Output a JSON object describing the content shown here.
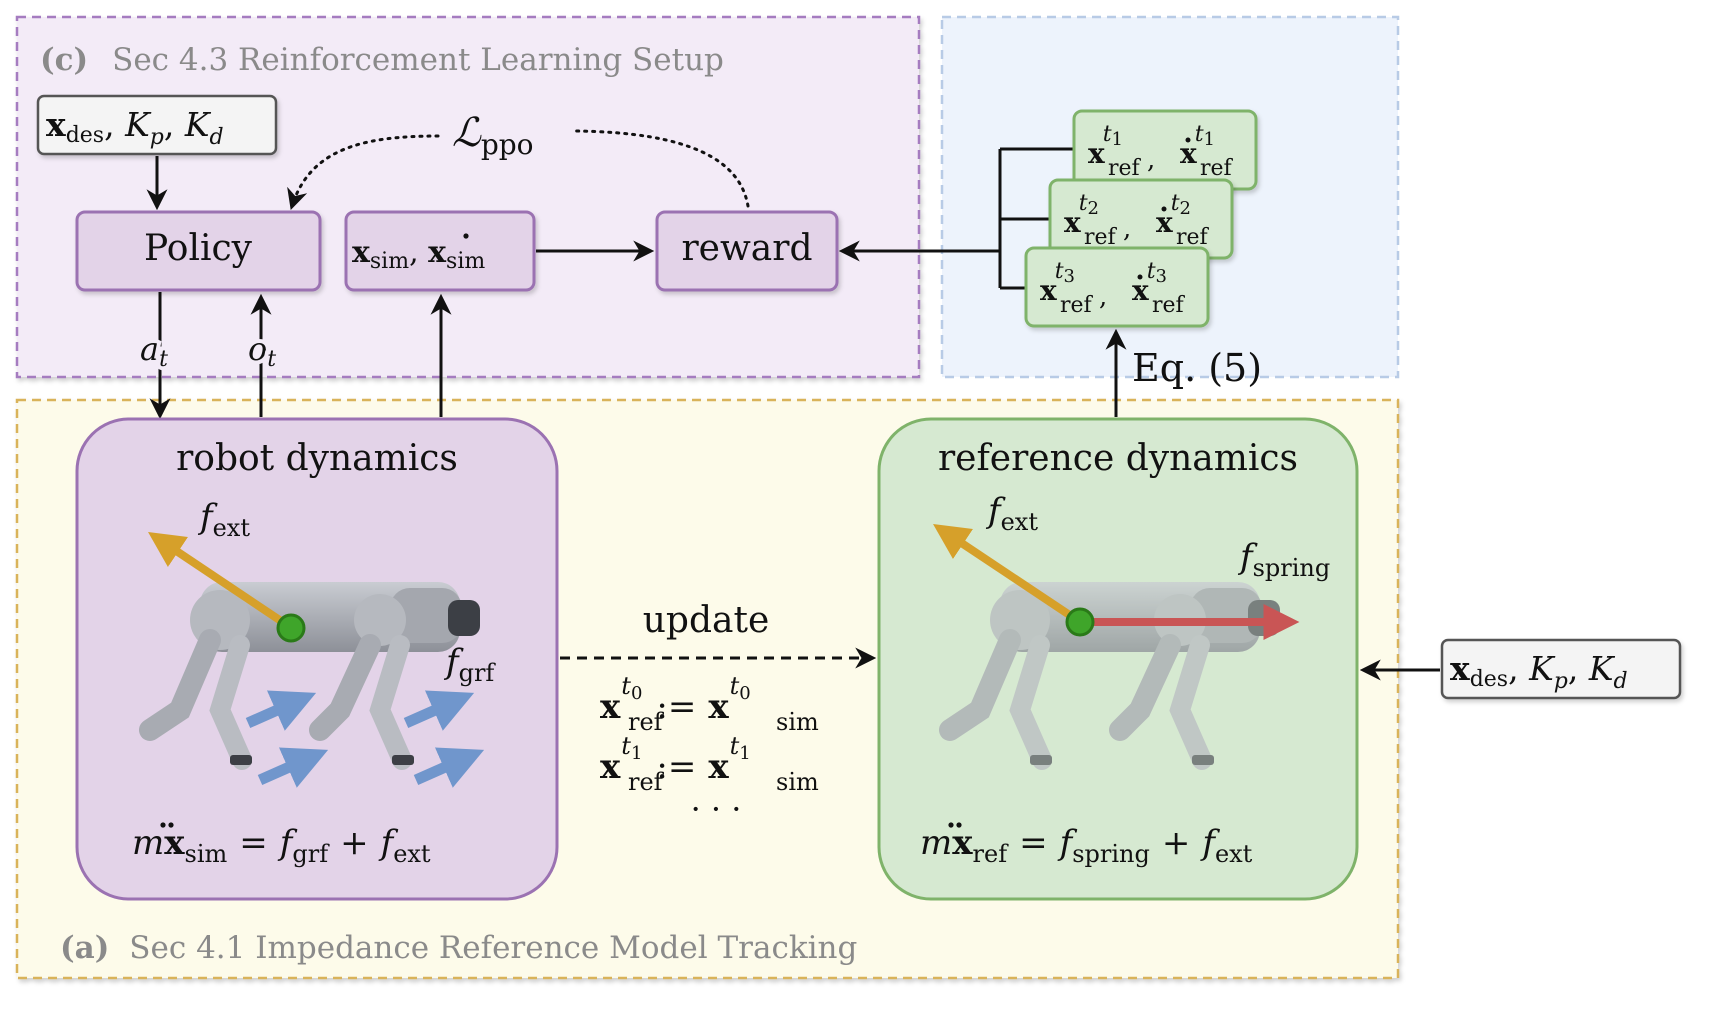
{
  "panel_c": {
    "tag": "(c)",
    "title": "Sec 4.3 Reinforcement Learning Setup",
    "input_params": {
      "x": "x",
      "sub_des": "des",
      "Kp_K": "K",
      "Kp_sub": "p",
      "Kd_K": "K",
      "Kd_sub": "d"
    },
    "loss": {
      "symbol": "ℒ",
      "sub": "ppo"
    },
    "policy_label": "Policy",
    "state": {
      "x": "x",
      "sub": "sim"
    },
    "reward_label": "reward",
    "action": {
      "sym": "a",
      "sub": "t"
    },
    "obs": {
      "sym": "o",
      "sub": "t"
    }
  },
  "reference_stack": [
    {
      "t": "t",
      "tn": "1",
      "x": "x",
      "sub": "ref"
    },
    {
      "t": "t",
      "tn": "2",
      "x": "x",
      "sub": "ref"
    },
    {
      "t": "t",
      "tn": "3",
      "x": "x",
      "sub": "ref"
    }
  ],
  "eq_label": "Eq. (5)",
  "panel_a": {
    "tag": "(a)",
    "title": "Sec 4.1 Impedance Reference Model Tracking"
  },
  "robot_box": {
    "title": "robot dynamics",
    "f_ext": {
      "f": "f",
      "sub": "ext"
    },
    "f_grf": {
      "f": "f",
      "sub": "grf"
    },
    "equation": {
      "m": "m",
      "x": "x",
      "sub": "sim",
      "eq": "=",
      "f1": "f",
      "s1": "grf",
      "plus": "+",
      "f2": "f",
      "s2": "ext"
    }
  },
  "update": {
    "label": "update",
    "line1": {
      "x": "x",
      "t": "t",
      "tn": "0",
      "s1": "ref",
      "assign": ":=",
      "s2": "sim"
    },
    "line2": {
      "x": "x",
      "t": "t",
      "tn": "1",
      "s1": "ref",
      "assign": ":=",
      "s2": "sim"
    },
    "ellipsis": "· · ·"
  },
  "ref_box": {
    "title": "reference dynamics",
    "f_ext": {
      "f": "f",
      "sub": "ext"
    },
    "f_spring": {
      "f": "f",
      "sub": "spring"
    },
    "equation": {
      "m": "m",
      "x": "x",
      "sub": "ref",
      "eq": "=",
      "f1": "f",
      "s1": "spring",
      "plus": "+",
      "f2": "f",
      "s2": "ext"
    }
  },
  "ref_input": {
    "x": "x",
    "sub_des": "des",
    "Kp_K": "K",
    "Kp_sub": "p",
    "Kd_K": "K",
    "Kd_sub": "d"
  },
  "colors": {
    "panel_c_fill": "#f3ebf7",
    "panel_c_border": "#a57bc0",
    "panel_b_fill": "#edf3fc",
    "panel_b_border": "#b8cbe6",
    "panel_a_fill": "#fdfbea",
    "panel_a_border": "#d9b35a",
    "purple_box_fill": "#e3d3e8",
    "purple_box_border": "#9b72b2",
    "green_box_fill": "#d6e9d1",
    "green_box_border": "#7fb36a",
    "arrow_ext": "#d6a02a",
    "arrow_spring": "#c95555",
    "arrow_grf": "#7096cc",
    "com_dot": "#3fa52a"
  }
}
